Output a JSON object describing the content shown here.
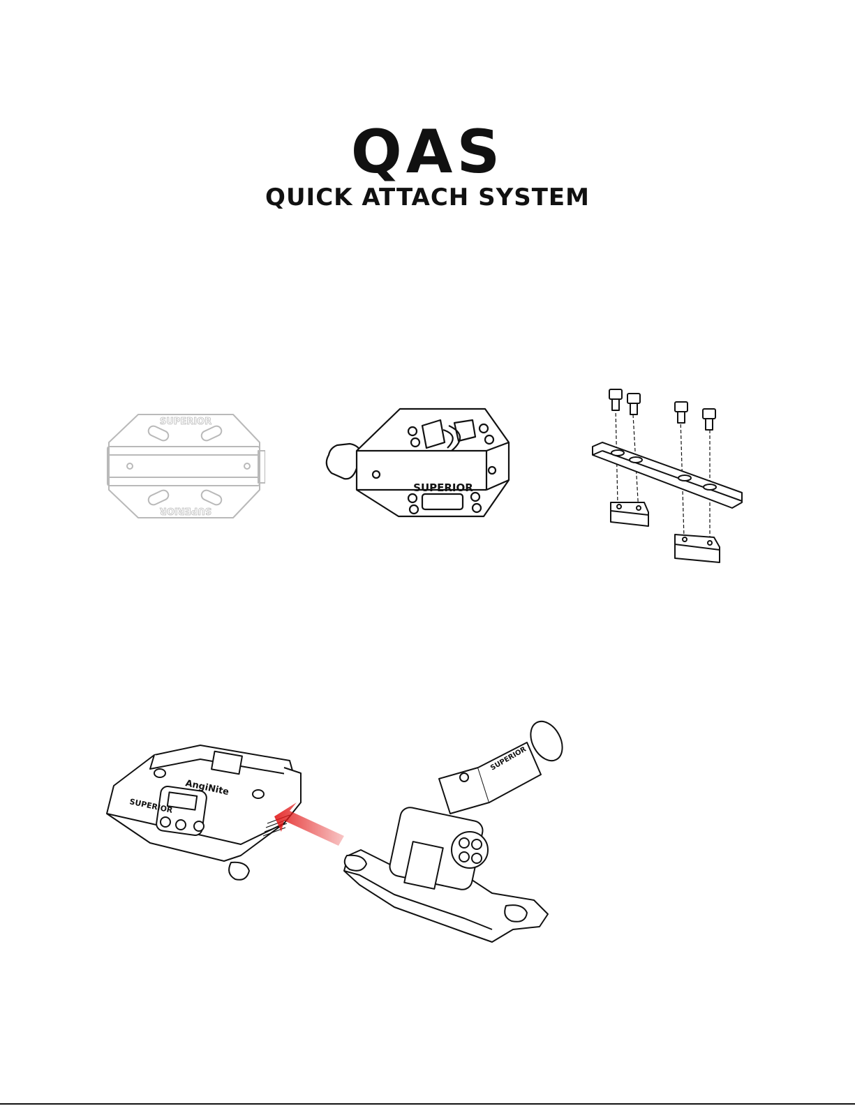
{
  "title": "QAS",
  "subtitle": "QUICK ATTACH SYSTEM",
  "illustrations": [
    {
      "name": "qas-plate",
      "brand_marks": [
        "SUPERIOR",
        "SUPERIOR"
      ]
    },
    {
      "name": "qas-clamp",
      "brand_mark": "SUPERIOR"
    },
    {
      "name": "mounting-bar-kit"
    },
    {
      "name": "instrument-attach-assembly",
      "brand_marks": [
        "SUPERIOR",
        "AngiNite",
        "SUPERIOR"
      ]
    }
  ],
  "colors": {
    "ink": "#111111",
    "arrow": "#e21a1a",
    "page": "#ffffff"
  }
}
